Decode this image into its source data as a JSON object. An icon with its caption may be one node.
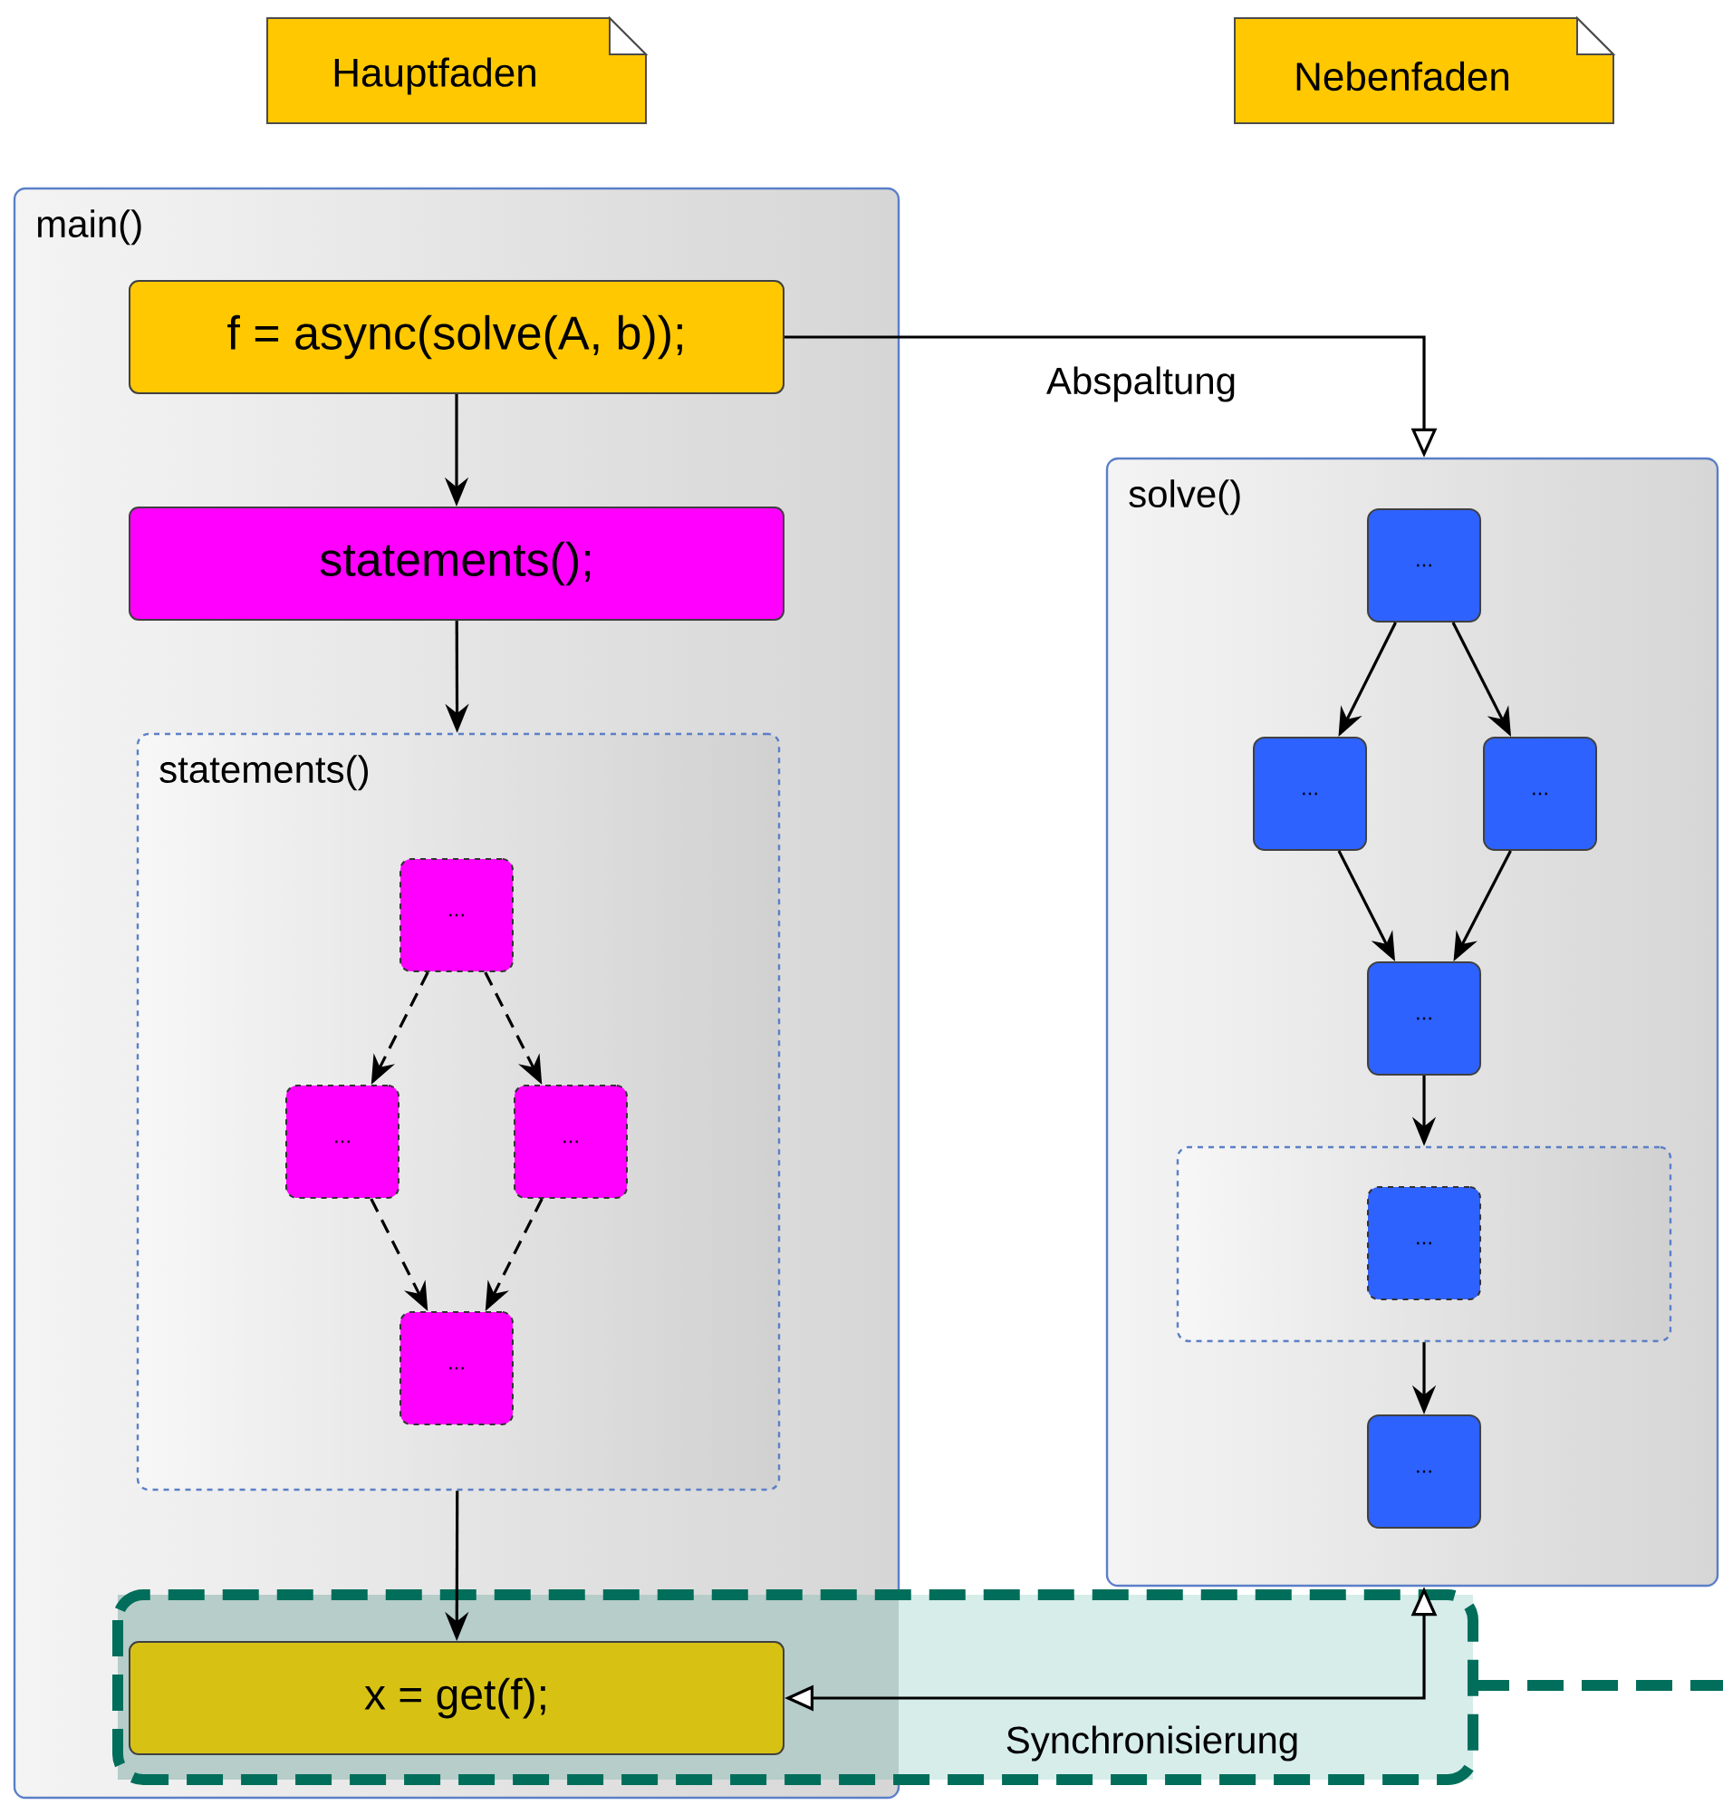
{
  "diagram": {
    "nodes": [
      {
        "text": [
          "Hauptfaden"
        ]
      },
      {
        "text": [
          "Nebenfaden"
        ]
      },
      {
        "text": [
          "main()"
        ]
      },
      {
        "text": [
          "f = async(solve(A, b));"
        ],
        "in": 2
      },
      {
        "text": [
          "statements();"
        ],
        "in": 2
      },
      {
        "text": [
          "statements()"
        ],
        "in": 2
      },
      {
        "text": [
          "..."
        ],
        "in": 5
      },
      {
        "text": [
          "..."
        ],
        "in": 5
      },
      {
        "text": [
          "..."
        ],
        "in": 5
      },
      {
        "text": [
          "..."
        ],
        "in": 5
      },
      {
        "text": [
          "x = get(f);"
        ],
        "in": 2
      },
      {
        "text": [
          "solve()"
        ]
      },
      {
        "text": [
          "..."
        ],
        "in": 11
      },
      {
        "text": [
          "..."
        ],
        "in": 11
      },
      {
        "text": [
          "..."
        ],
        "in": 11
      },
      {
        "text": [
          "..."
        ],
        "in": 11
      },
      {
        "text": [],
        "shape": "box",
        "in": 11
      },
      {
        "text": [
          "..."
        ],
        "in": 16
      },
      {
        "text": [
          "..."
        ],
        "in": 11
      }
    ],
    "edges": [
      {
        "from": 3,
        "to": 11,
        "arrow": "to",
        "label": "Abspaltung"
      },
      {
        "from": 3,
        "to": 4,
        "arrow": "to"
      },
      {
        "from": 4,
        "to": 5,
        "arrow": "to"
      },
      {
        "from": 6,
        "to": 7,
        "arrow": "to",
        "style": "dashed"
      },
      {
        "from": 6,
        "to": 8,
        "arrow": "to",
        "style": "dashed"
      },
      {
        "from": 7,
        "to": 9,
        "arrow": "to",
        "style": "dashed"
      },
      {
        "from": 8,
        "to": 9,
        "arrow": "to",
        "style": "dashed"
      },
      {
        "from": 5,
        "to": 10,
        "arrow": "to"
      },
      {
        "from": 12,
        "to": 13,
        "arrow": "to"
      },
      {
        "from": 12,
        "to": 14,
        "arrow": "to"
      },
      {
        "from": 13,
        "to": 15,
        "arrow": "to"
      },
      {
        "from": 14,
        "to": 15,
        "arrow": "to"
      },
      {
        "from": 15,
        "to": 16,
        "arrow": "to"
      },
      {
        "from": 16,
        "to": 18,
        "arrow": "to"
      },
      {
        "from": 11,
        "to": 10,
        "arrow": "both",
        "label": "Synchronisierung"
      }
    ]
  }
}
